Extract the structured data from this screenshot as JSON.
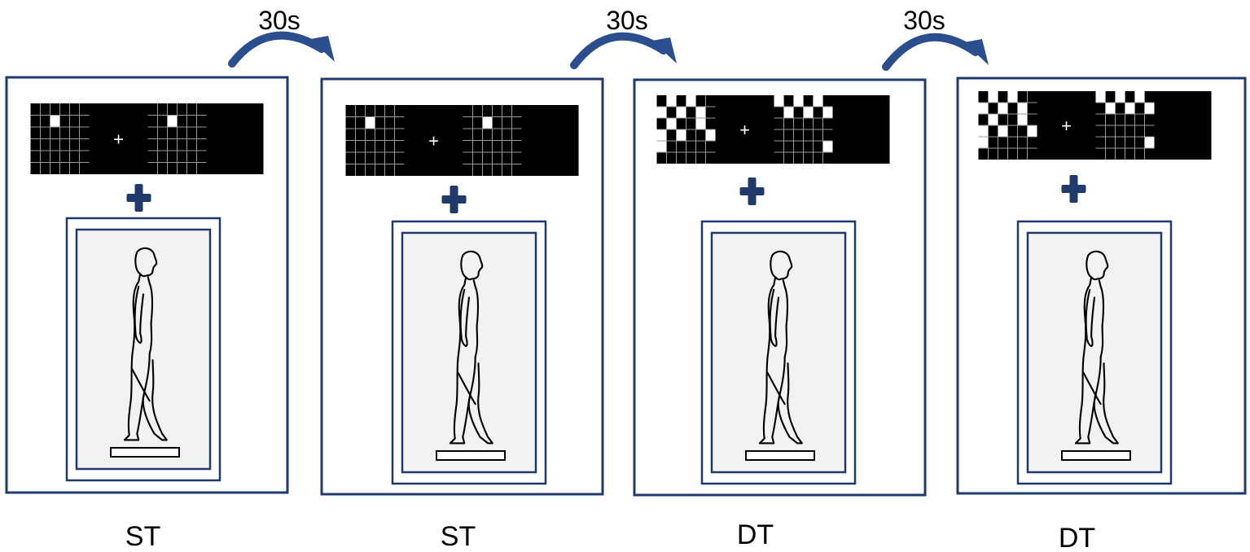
{
  "colors": {
    "frame": "#1f3a6b",
    "plus": "#1f3a6b",
    "arrow": "#2b4f8e",
    "screen": "#000000",
    "cell_on": "#ffffff",
    "grid_line": "#9a9a9a",
    "platform_bg": "#f2f2f2"
  },
  "transitions": [
    {
      "label": "30s"
    },
    {
      "label": "30s"
    },
    {
      "label": "30s"
    }
  ],
  "panels": [
    {
      "caption": "ST",
      "stimuli": [
        {
          "kind": "grid",
          "on": [
            [
              1,
              2
            ]
          ]
        },
        {
          "kind": "fixation",
          "symbol": "+"
        },
        {
          "kind": "grid",
          "on": [
            [
              1,
              2
            ]
          ]
        },
        {
          "kind": "blank"
        }
      ]
    },
    {
      "caption": "ST",
      "stimuli": [
        {
          "kind": "grid",
          "on": [
            [
              1,
              2
            ]
          ]
        },
        {
          "kind": "fixation",
          "symbol": "+"
        },
        {
          "kind": "grid",
          "on": [
            [
              1,
              2
            ]
          ]
        },
        {
          "kind": "blank"
        }
      ]
    },
    {
      "caption": "DT",
      "stimuli": [
        {
          "kind": "grid",
          "on": [
            [
              0,
              1
            ],
            [
              0,
              3
            ],
            [
              1,
              0
            ],
            [
              1,
              2
            ],
            [
              1,
              4
            ],
            [
              2,
              1
            ],
            [
              2,
              4
            ],
            [
              3,
              0
            ],
            [
              3,
              2
            ],
            [
              3,
              5
            ],
            [
              4,
              0
            ]
          ]
        },
        {
          "kind": "fixation",
          "symbol": "+"
        },
        {
          "kind": "grid",
          "on": [
            [
              0,
              0
            ],
            [
              0,
              2
            ],
            [
              0,
              4
            ],
            [
              1,
              1
            ],
            [
              1,
              3
            ],
            [
              1,
              5
            ],
            [
              4,
              5
            ]
          ]
        },
        {
          "kind": "blank"
        }
      ]
    },
    {
      "caption": "DT",
      "stimuli": [
        {
          "kind": "grid",
          "on": [
            [
              0,
              1
            ],
            [
              0,
              3
            ],
            [
              1,
              0
            ],
            [
              1,
              2
            ],
            [
              1,
              4
            ],
            [
              2,
              1
            ],
            [
              2,
              4
            ],
            [
              3,
              0
            ],
            [
              3,
              2
            ],
            [
              3,
              5
            ],
            [
              4,
              0
            ]
          ]
        },
        {
          "kind": "fixation",
          "symbol": "+"
        },
        {
          "kind": "grid",
          "on": [
            [
              0,
              0
            ],
            [
              0,
              2
            ],
            [
              0,
              4
            ],
            [
              1,
              1
            ],
            [
              1,
              3
            ],
            [
              1,
              5
            ],
            [
              4,
              5
            ]
          ]
        },
        {
          "kind": "blank"
        }
      ]
    }
  ]
}
